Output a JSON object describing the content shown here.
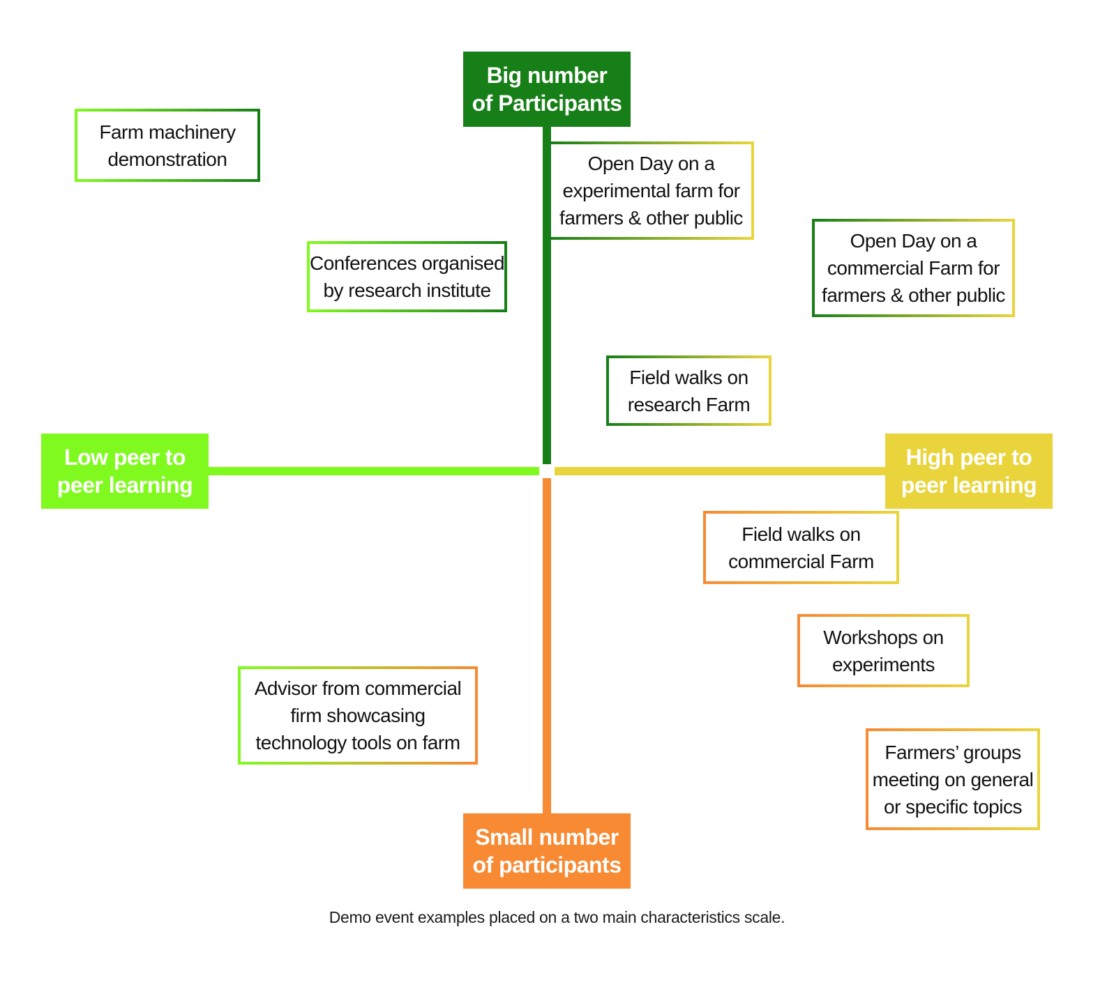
{
  "axes": {
    "top": "Big number\nof Participants",
    "bottom": "Small number\nof participants",
    "left": "Low peer to\npeer learning",
    "right": "High peer to\npeer learning"
  },
  "colors": {
    "dark_green": "#177f17",
    "light_green": "#80fa1e",
    "yellow": "#e9d43b",
    "orange": "#f78a33"
  },
  "examples": [
    {
      "id": "farm-machinery-demonstration",
      "text": "Farm machinery\ndemonstration"
    },
    {
      "id": "conferences-research-institute",
      "text": "Conferences organised\nby research institute"
    },
    {
      "id": "open-day-experimental-farm",
      "text": "Open Day on a\nexperimental farm for\nfarmers & other public"
    },
    {
      "id": "open-day-commercial-farm",
      "text": "Open Day on a\ncommercial Farm for\nfarmers & other public"
    },
    {
      "id": "field-walks-research-farm",
      "text": "Field walks on\nresearch Farm"
    },
    {
      "id": "field-walks-commercial-farm",
      "text": "Field walks on\ncommercial Farm"
    },
    {
      "id": "workshops-on-experiments",
      "text": "Workshops on\nexperiments"
    },
    {
      "id": "advisor-commercial-firm",
      "text": "Advisor from commercial\nfirm showcasing\ntechnology tools on farm"
    },
    {
      "id": "farmers-groups-meeting",
      "text": "Farmers’ groups\nmeeting on general\nor specific topics"
    }
  ],
  "caption": "Demo event examples placed on a two main characteristics scale."
}
